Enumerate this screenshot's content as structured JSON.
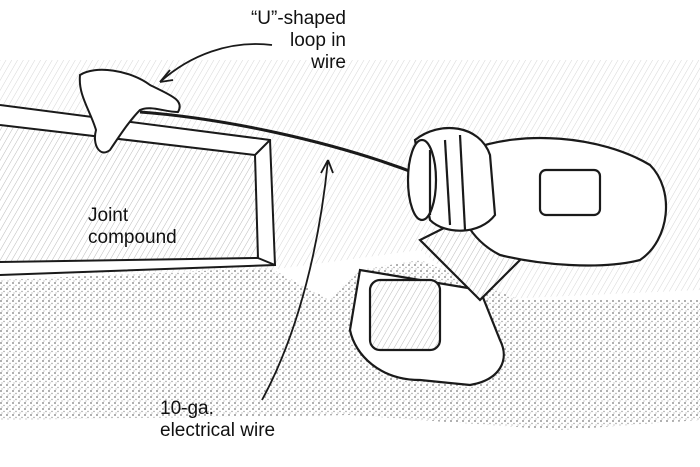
{
  "labels": {
    "loop": [
      "“U”-shaped",
      "loop in",
      "wire"
    ],
    "compound": [
      "Joint",
      "compound"
    ],
    "wire": [
      "10-ga.",
      "electrical wire"
    ]
  },
  "colors": {
    "ink": "#1a1a1a",
    "paper": "#ffffff",
    "stipple": "#8a8a8a"
  }
}
